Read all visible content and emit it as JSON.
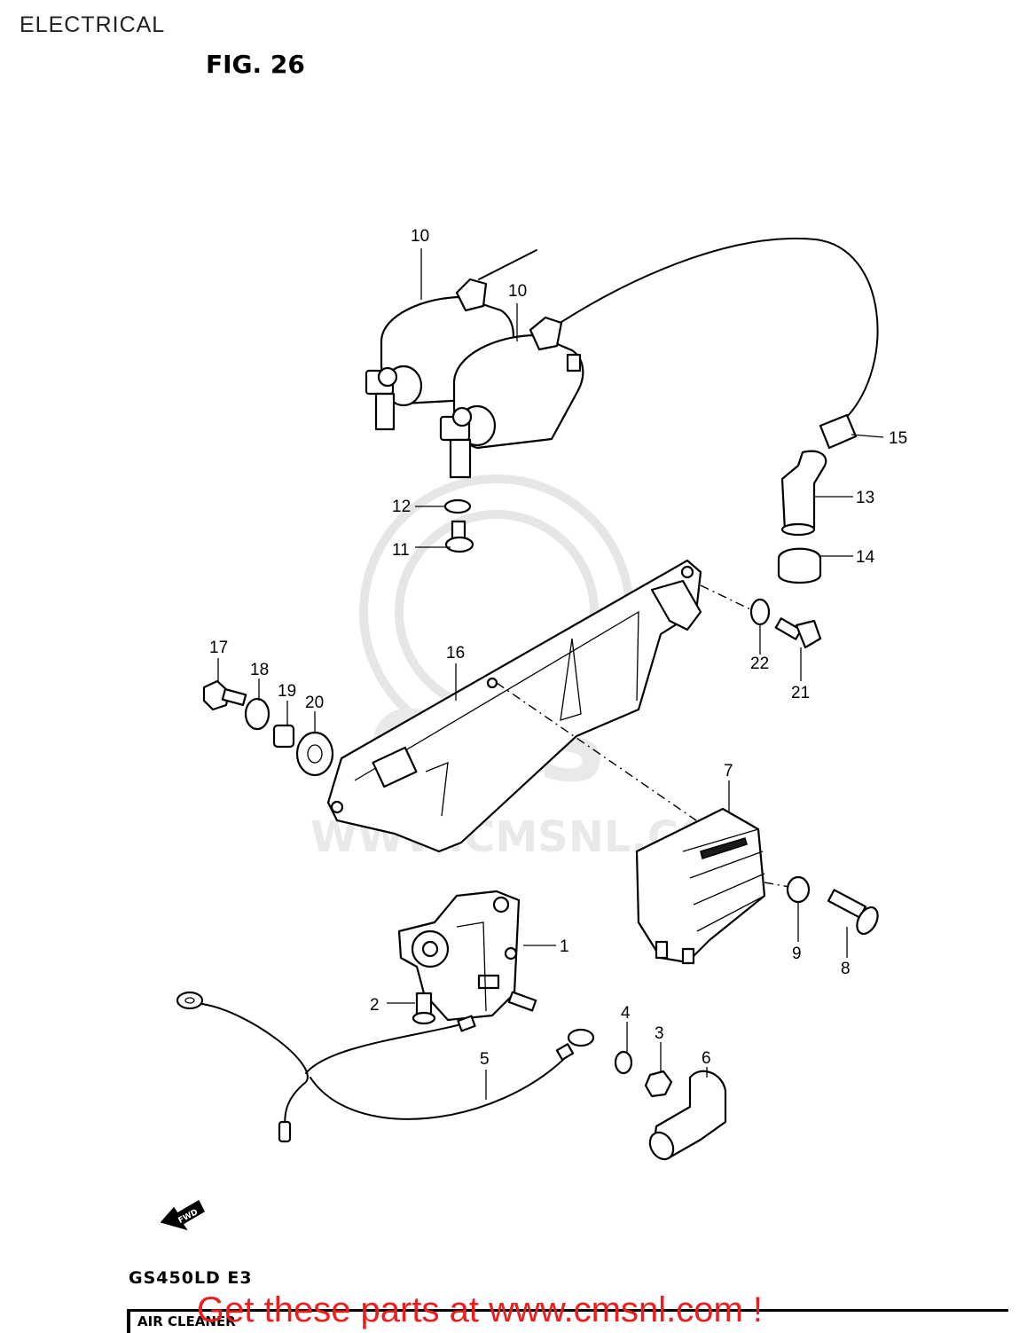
{
  "header": {
    "section_title": "ELECTRICAL",
    "figure_label": "FIG. 26"
  },
  "footer": {
    "model_label": "GS450LD  E3",
    "bar_text": "AIR CLEANER",
    "promo_text": "Get these parts at www.cmsnl.com !"
  },
  "watermark": {
    "text": "WWW.CMSNL.COM",
    "logo": "CMS"
  },
  "callouts": {
    "c1": "1",
    "c2": "2",
    "c3": "3",
    "c4": "4",
    "c5": "5",
    "c6": "6",
    "c7": "7",
    "c8": "8",
    "c9": "9",
    "c10a": "10",
    "c10b": "10",
    "c11": "11",
    "c12": "12",
    "c13": "13",
    "c14": "14",
    "c15": "15",
    "c16": "16",
    "c17": "17",
    "c18": "18",
    "c19": "19",
    "c20": "20",
    "c21": "21",
    "c22": "22"
  },
  "icons": {
    "fwd": "fwd-arrow-icon"
  }
}
